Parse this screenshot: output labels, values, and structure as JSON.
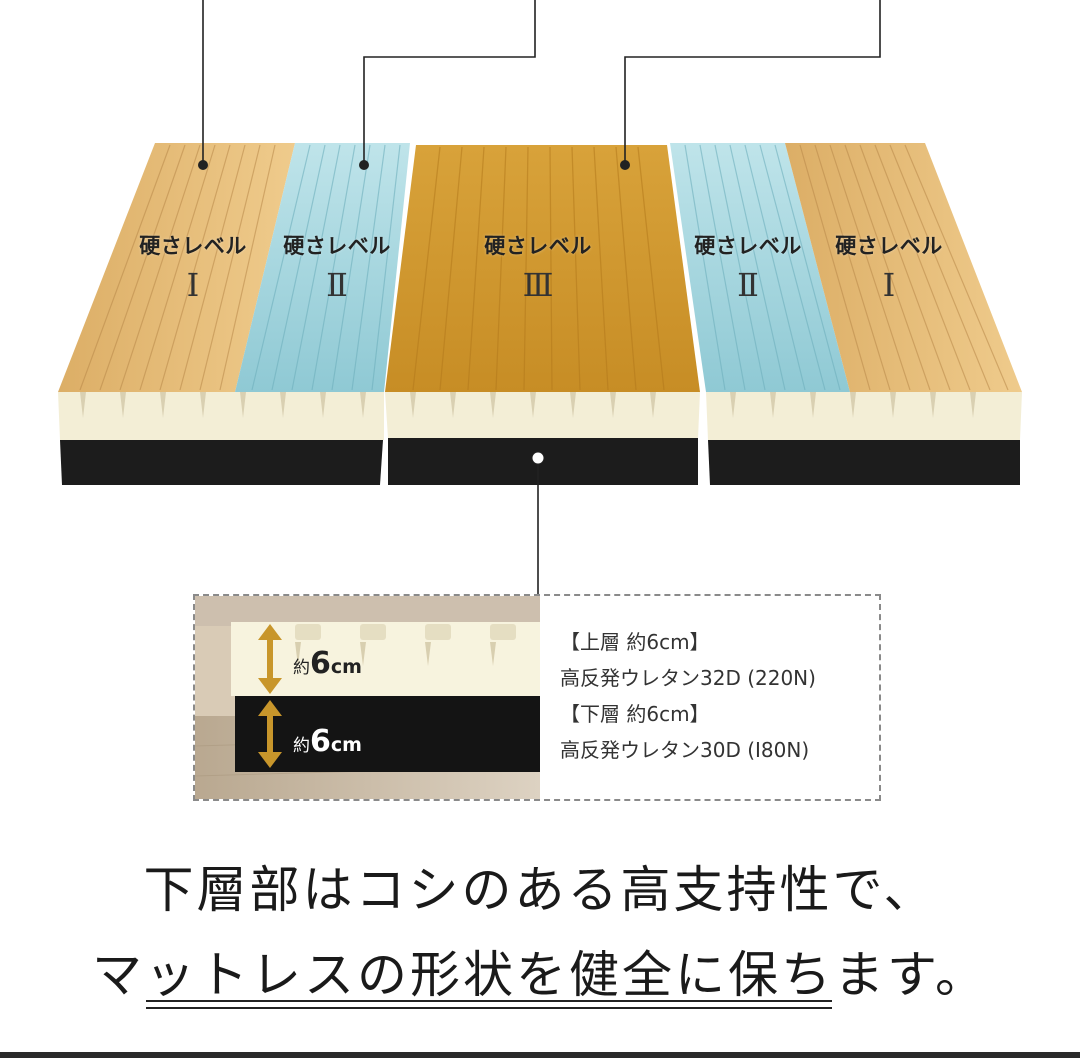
{
  "zones": [
    {
      "label": "硬さレベル",
      "level": "Ⅰ",
      "foam": "beige"
    },
    {
      "label": "硬さレベル",
      "level": "Ⅱ",
      "foam": "blue"
    },
    {
      "label": "硬さレベル",
      "level": "Ⅲ",
      "foam": "orange"
    },
    {
      "label": "硬さレベル",
      "level": "Ⅱ",
      "foam": "blue"
    },
    {
      "label": "硬さレベル",
      "level": "Ⅰ",
      "foam": "beige"
    }
  ],
  "detail": {
    "top_thickness": {
      "prefix": "約",
      "number": "6",
      "unit": "cm"
    },
    "bottom_thickness": {
      "prefix": "約",
      "number": "6",
      "unit": "cm"
    },
    "spec_lines": [
      "【上層 約6cm】",
      "高反発ウレタン32D (220N)",
      "【下層 約6cm】",
      "高反発ウレタン30D (I80N)"
    ]
  },
  "headline": {
    "line1": "下層部はコシのある高支持性で、",
    "line2": "マットレスの形状を健全に保ちます。"
  },
  "colors": {
    "beige_foam": "#e8c07d",
    "blue_foam": "#a9d7df",
    "orange_foam": "#cf972d",
    "white_foam": "#f4efd8",
    "black_foam": "#1a1a1a",
    "arrow": "#c8962b"
  }
}
